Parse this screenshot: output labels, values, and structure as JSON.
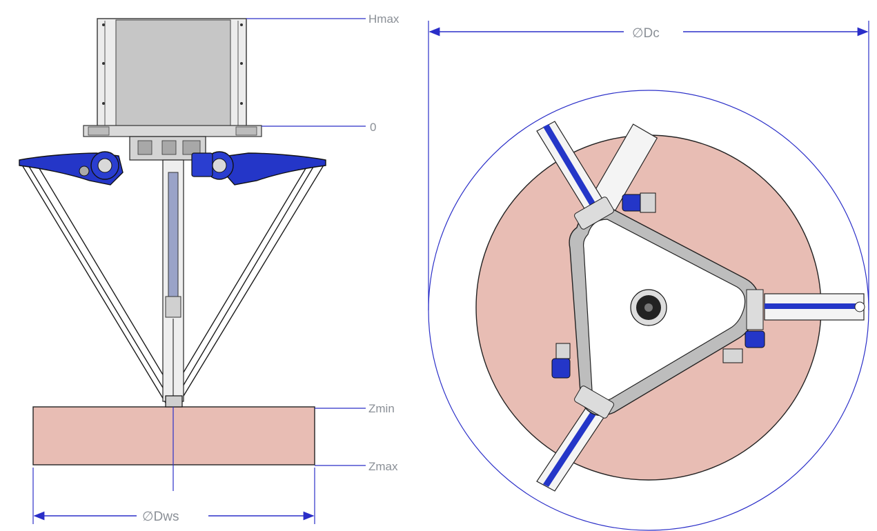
{
  "side_view": {
    "labels": {
      "hmax": "Hmax",
      "zero": "0",
      "zmin": "Zmin",
      "zmax": "Zmax",
      "dws": "∅Dws"
    }
  },
  "top_view": {
    "labels": {
      "dc": "∅Dc"
    }
  },
  "colors": {
    "dimension_line": "#2a2ec8",
    "arm_blue": "#2436c8",
    "workspace_fill": "#e8bdb4",
    "housing_gray": "#c8c8c8",
    "frame_gray": "#bfbfbf"
  }
}
